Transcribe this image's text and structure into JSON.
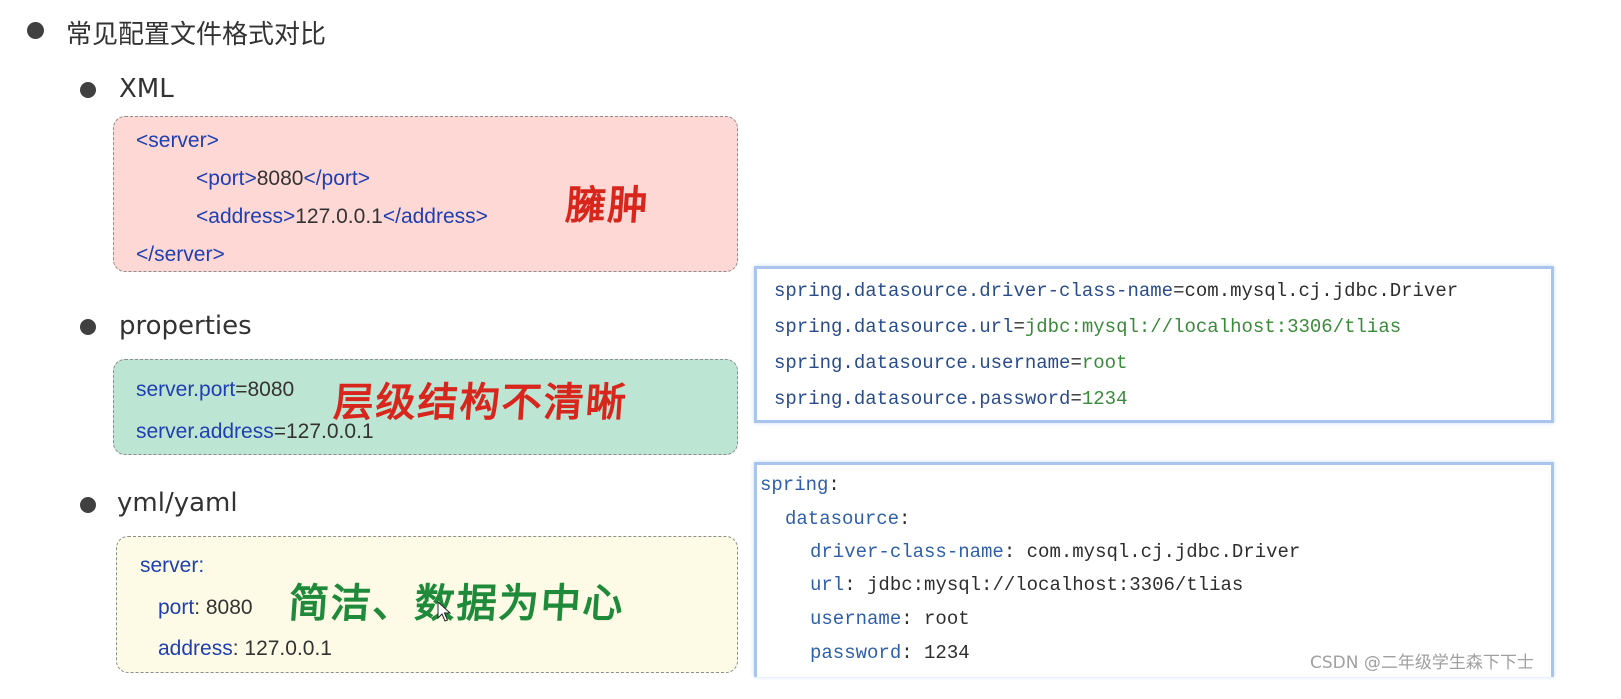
{
  "main_heading": "常见配置文件格式对比",
  "sections": {
    "xml": {
      "title": "XML",
      "lines": [
        "<server>",
        "<port>8080</port>",
        "<address>127.0.0.1</address>",
        "</server>"
      ],
      "note": "臃肿",
      "background": "#fdd8d5",
      "note_color": "#d8261c"
    },
    "properties": {
      "title": "properties",
      "line1_key": "server.port",
      "line1_val": "=8080",
      "line2_key": "server.address",
      "line2_val": "=127.0.0.1",
      "note": "层级结构不清晰",
      "background": "#bde5d4",
      "note_color": "#d8261c"
    },
    "yaml": {
      "title": "yml/yaml",
      "line1_key": "server:",
      "line2_key": "port",
      "line2_val": ": 8080",
      "line3_key": "address",
      "line3_val": ": 127.0.0.1",
      "note": "简洁、数据为中心",
      "background": "#fdfbe6",
      "note_color": "#1e8a3a"
    }
  },
  "properties_example": {
    "lines": [
      {
        "key": "spring.datasource.driver-class-name",
        "value": "com.mysql.cj.jdbc.Driver"
      },
      {
        "key": "spring.datasource.url",
        "value": "jdbc:mysql://localhost:3306/tlias"
      },
      {
        "key": "spring.datasource.username",
        "value": "root"
      },
      {
        "key": "spring.datasource.password",
        "value": "1234"
      }
    ]
  },
  "yaml_example": {
    "spring": "spring",
    "datasource": "datasource",
    "driver_key": "driver-class-name",
    "driver_val": "com.mysql.cj.jdbc.Driver",
    "url_key": "url",
    "url_val": "jdbc:mysql://localhost:3306/tlias",
    "username_key": "username",
    "username_val": "root",
    "password_key": "password",
    "password_val": "1234"
  },
  "watermark": "CSDN @二年级学生森下下士"
}
